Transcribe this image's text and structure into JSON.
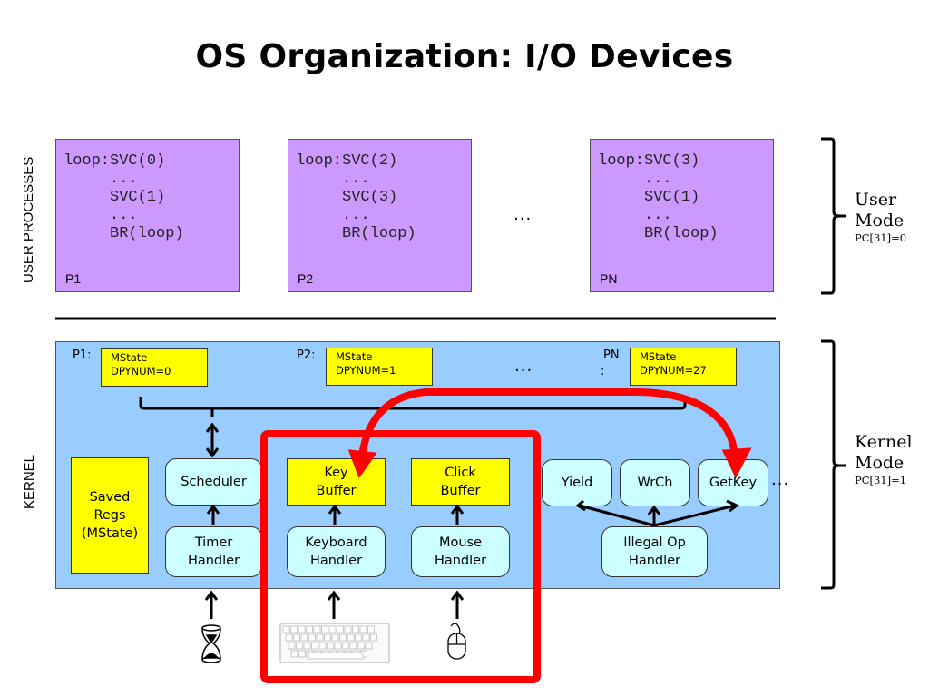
{
  "title": "OS Organization: I/O Devices",
  "sections": {
    "user_label": "USER PROCESSES",
    "kernel_label": "KERNEL"
  },
  "processes": [
    {
      "name": "P1",
      "code": [
        "loop:SVC(0)",
        "     ...",
        "     SVC(1)",
        "     ...",
        "     BR(loop)"
      ]
    },
    {
      "name": "P2",
      "code": [
        "loop:SVC(2)",
        "     ...",
        "     SVC(3)",
        "     ...",
        "     BR(loop)"
      ]
    },
    {
      "name": "PN",
      "code": [
        "loop:SVC(3)",
        "     ...",
        "     SVC(1)",
        "     ...",
        "     BR(loop)"
      ]
    }
  ],
  "process_ellipsis": "...",
  "modes": {
    "user": {
      "line1": "User",
      "line2": "Mode",
      "pc": "PC[31]=0"
    },
    "kernel": {
      "line1": "Kernel",
      "line2": "Mode",
      "pc": "PC[31]=1"
    }
  },
  "mstates": [
    {
      "label": "P1:",
      "line1": "MState",
      "line2": "DPYNUM=0"
    },
    {
      "label": "P2:",
      "line1": "MState",
      "line2": "DPYNUM=1"
    },
    {
      "label": "PN",
      "label2": ":",
      "line1": "MState",
      "line2": "DPYNUM=27"
    }
  ],
  "mstate_ellipsis": "...",
  "saved_regs": {
    "line1": "Saved",
    "line2": "Regs",
    "line3": "(MState)"
  },
  "handlers": {
    "scheduler": "Scheduler",
    "timer": {
      "line1": "Timer",
      "line2": "Handler"
    },
    "keyboard": {
      "line1": "Keyboard",
      "line2": "Handler"
    },
    "mouse": {
      "line1": "Mouse",
      "line2": "Handler"
    },
    "illegal_op": {
      "line1": "Illegal Op",
      "line2": "Handler"
    }
  },
  "buffers": {
    "key": {
      "line1": "Key",
      "line2": "Buffer"
    },
    "click": {
      "line1": "Click",
      "line2": "Buffer"
    }
  },
  "svc_handlers": [
    "Yield",
    "WrCh",
    "GetKey"
  ],
  "svc_ellipsis": "...",
  "devices": [
    "hourglass-timer",
    "keyboard",
    "mouse"
  ],
  "colors": {
    "process_fill": "#cc99ff",
    "kernel_fill": "#99ccff",
    "buffer_fill": "#ffff00",
    "handler_fill": "#ccffff",
    "highlight": "#ff0000"
  }
}
